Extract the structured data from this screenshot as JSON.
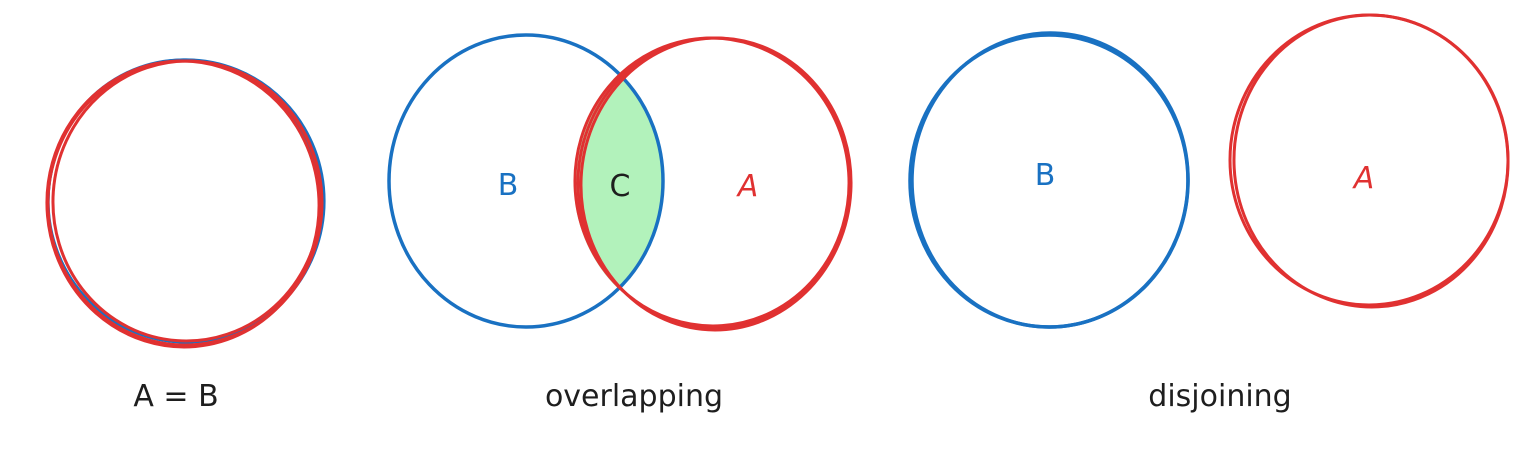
{
  "colors": {
    "set_a": "#e03131",
    "set_b": "#1971c2",
    "intersection_fill": "#b2f2bb",
    "intersection_stroke": "#2f9e44",
    "text": "#1e1e1e"
  },
  "panels": {
    "equal": {
      "caption": "A = B"
    },
    "overlapping": {
      "label_b": "B",
      "label_c": "C",
      "label_a": "A",
      "caption": "overlapping"
    },
    "disjoining": {
      "label_b": "B",
      "label_a": "A",
      "caption": "disjoining"
    }
  }
}
